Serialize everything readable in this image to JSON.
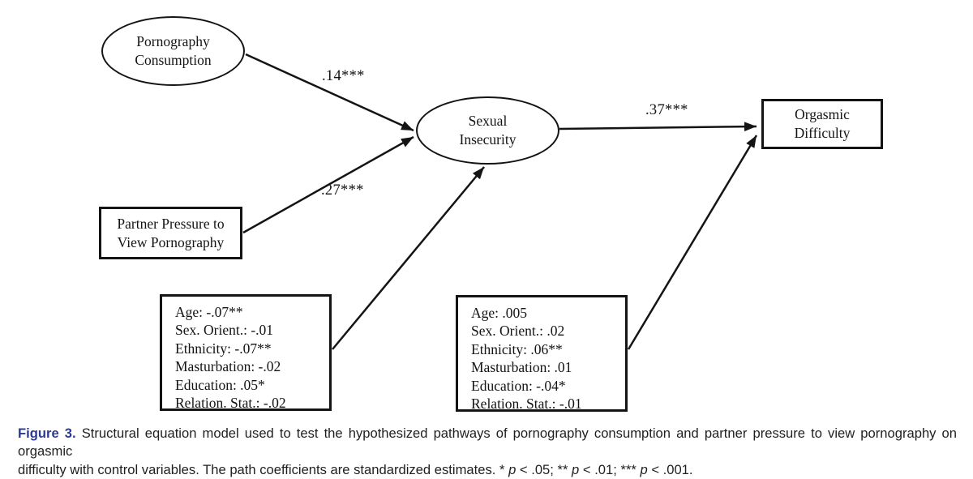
{
  "figure": {
    "nodes": {
      "pornography_consumption": {
        "shape": "ellipse",
        "lines": [
          "Pornography",
          "Consumption"
        ]
      },
      "partner_pressure": {
        "shape": "rectangle",
        "lines": [
          "Partner Pressure to",
          "View Pornography"
        ]
      },
      "sexual_insecurity": {
        "shape": "ellipse",
        "lines": [
          "Sexual",
          "Insecurity"
        ]
      },
      "orgasmic_difficulty": {
        "shape": "rectangle",
        "lines": [
          "Orgasmic",
          "Difficulty"
        ]
      },
      "controls_left": {
        "shape": "rectangle",
        "lines": [
          "Age: -.07**",
          "Sex. Orient.: -.01",
          "Ethnicity: -.07**",
          "Masturbation: -.02",
          "Education: .05*",
          "Relation. Stat.: -.02"
        ]
      },
      "controls_right": {
        "shape": "rectangle",
        "lines": [
          "Age: .005",
          "Sex. Orient.: .02",
          "Ethnicity: .06**",
          "Masturbation: .01",
          "Education: -.04*",
          "Relation. Stat.: -.01"
        ]
      }
    },
    "paths": {
      "pc_to_si": {
        "from": "pornography_consumption",
        "to": "sexual_insecurity",
        "coefficient": ".14***"
      },
      "pp_to_si": {
        "from": "partner_pressure",
        "to": "sexual_insecurity",
        "coefficient": ".27***"
      },
      "si_to_od": {
        "from": "sexual_insecurity",
        "to": "orgasmic_difficulty",
        "coefficient": ".37***"
      },
      "controls_left_to_si": {
        "from": "controls_left",
        "to": "sexual_insecurity"
      },
      "controls_right_to_od": {
        "from": "controls_right",
        "to": "orgasmic_difficulty"
      }
    }
  },
  "caption": {
    "figure_label": "Figure 3.",
    "line1": "Structural equation model used to test the hypothesized pathways of pornography consumption and partner pressure to view pornography on orgasmic",
    "line2": "difficulty with control variables. The path coefficients are standardized estimates. ",
    "significance": [
      {
        "stars": "* ",
        "p": "p",
        "rest": " < .05; "
      },
      {
        "stars": "** ",
        "p": "p",
        "rest": " < .01; "
      },
      {
        "stars": "*** ",
        "p": "p",
        "rest": " < .001."
      }
    ]
  },
  "colors": {
    "figure_label": "#2b3990",
    "diagram_ink": "#141414",
    "caption_text": "#1f1f1f",
    "background": "#ffffff"
  }
}
